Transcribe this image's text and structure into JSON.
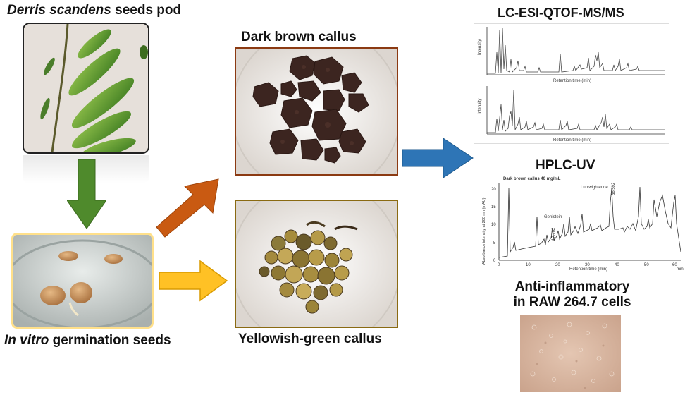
{
  "labels": {
    "pod_italic": "Derris scandens",
    "pod_rest": " seeds pod",
    "germ_italic": "In vitro",
    "germ_rest": " germination seeds",
    "dark_callus": "Dark brown callus",
    "yellow_callus": "Yellowish-green  callus",
    "lcms": "LC-ESI-QTOF-MS/MS",
    "hplc": "HPLC-UV",
    "anti_line1": "Anti-inflammatory",
    "anti_line2": "in RAW 264.7 cells"
  },
  "hplc_chart": {
    "title": "Dark brown callus 40 mg/mL",
    "ylabel": "Absorbance intensity at 260 nm (mAU)",
    "xlabel": "Retention time (min)",
    "peak_genistein": "Genistein",
    "peak_genistein_time": "17.762",
    "peak_lupiwighteone": "Lupiwighteone",
    "peak_lupiwighteone_time": "36.592",
    "y_ticks": [
      "0",
      "5",
      "10",
      "15",
      "20"
    ],
    "x_ticks": [
      "0",
      "10",
      "20",
      "30",
      "40",
      "50",
      "60",
      "min"
    ]
  },
  "lcms_chart": {
    "ylabel": "Intensity",
    "xlabel": "Retention time (min)"
  },
  "colors": {
    "green_arrow": "#4f8a2c",
    "orange_arrow": "#c95a12",
    "yellow_arrow": "#ffc125",
    "blue_arrow": "#2e75b6",
    "dark_frame": "#8b3a12",
    "yellow_frame": "#8a6a12",
    "pod_frame": "#222222",
    "germ_frame": "#ffe08a"
  }
}
